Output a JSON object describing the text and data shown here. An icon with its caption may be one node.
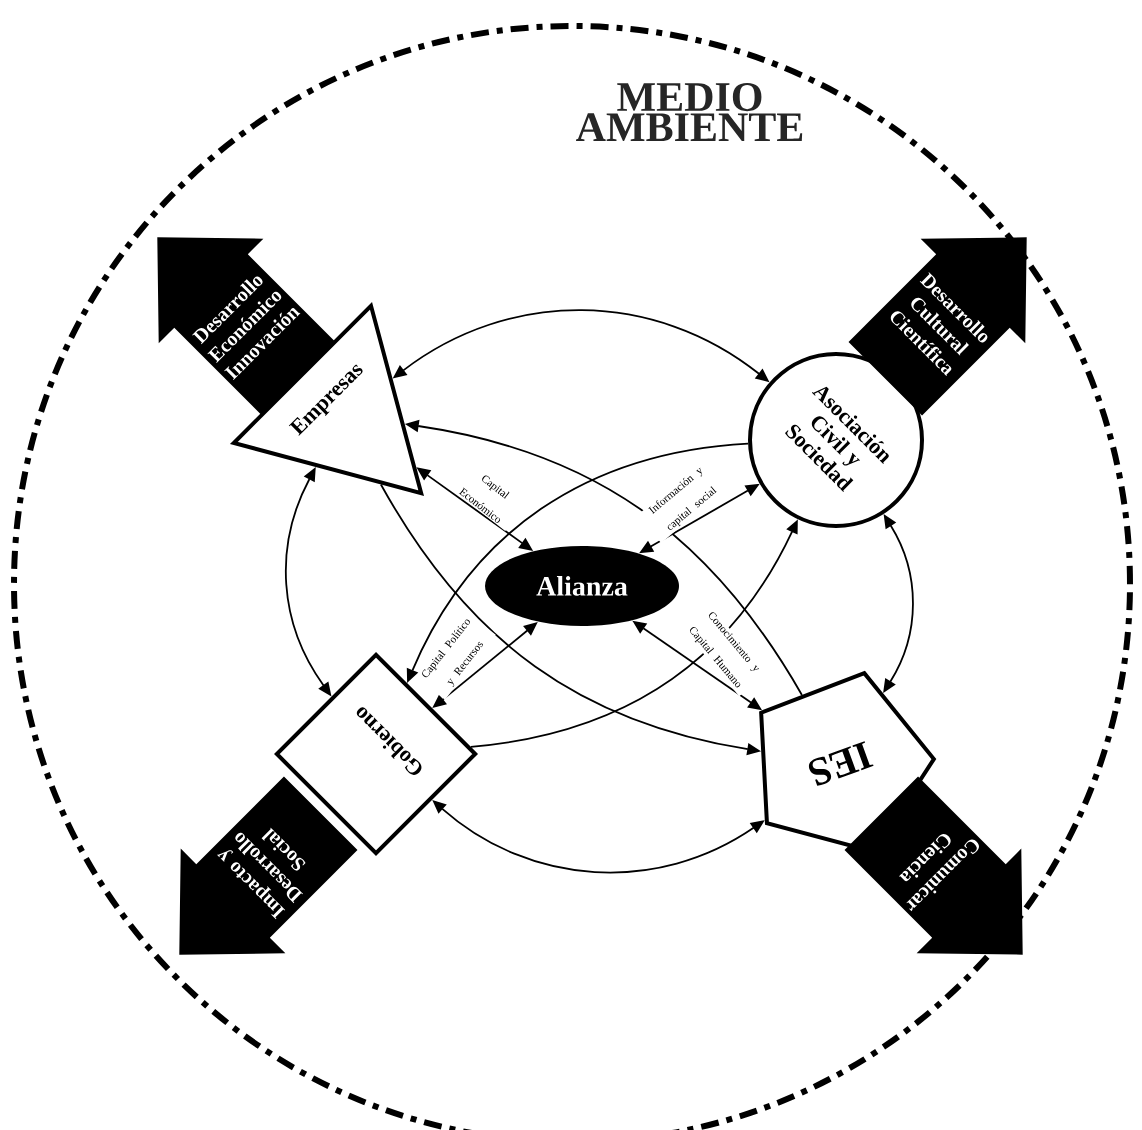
{
  "diagram": {
    "nodes": [
      {
        "text": [
          "MEDIO AMBIENTE"
        ]
      },
      {
        "text": [
          "Empresas"
        ],
        "in": 0
      },
      {
        "text": [
          "Asociación Civil y Sociedad"
        ],
        "in": 0
      },
      {
        "text": [
          "Gobierno"
        ],
        "in": 0
      },
      {
        "text": [
          "IES"
        ],
        "in": 0
      },
      {
        "text": [
          "Alianza"
        ],
        "in": 0
      },
      {
        "text": [
          "Desarrollo Económico Innovación"
        ],
        "in": 0
      },
      {
        "text": [
          "Desarrollo Cultural Científica"
        ],
        "in": 0
      },
      {
        "text": [
          "Impacto y Desarrollo Social"
        ],
        "in": 0
      },
      {
        "text": [
          "Comunicar Ciencia"
        ],
        "in": 0
      }
    ],
    "edges": [
      {
        "from": 1,
        "to": 5,
        "arrow": "both",
        "label": "Capital Económico"
      },
      {
        "from": 2,
        "to": 5,
        "arrow": "both",
        "label": "Información y capital social"
      },
      {
        "from": 3,
        "to": 5,
        "arrow": "both",
        "label": "Capital Político y Recursos"
      },
      {
        "from": 4,
        "to": 5,
        "arrow": "both",
        "label": "Conocimiento y Capital Humano"
      },
      {
        "from": 1,
        "to": 2,
        "arrow": "both"
      },
      {
        "from": 3,
        "to": 4,
        "arrow": "both"
      },
      {
        "from": 1,
        "to": 3,
        "arrow": "both"
      },
      {
        "from": 2,
        "to": 4,
        "arrow": "both"
      },
      {
        "from": 2,
        "to": 3,
        "arrow": "to"
      },
      {
        "from": 4,
        "to": 1,
        "arrow": "to"
      },
      {
        "from": 1,
        "to": 4,
        "arrow": "to"
      },
      {
        "from": 3,
        "to": 2,
        "arrow": "to"
      }
    ]
  }
}
